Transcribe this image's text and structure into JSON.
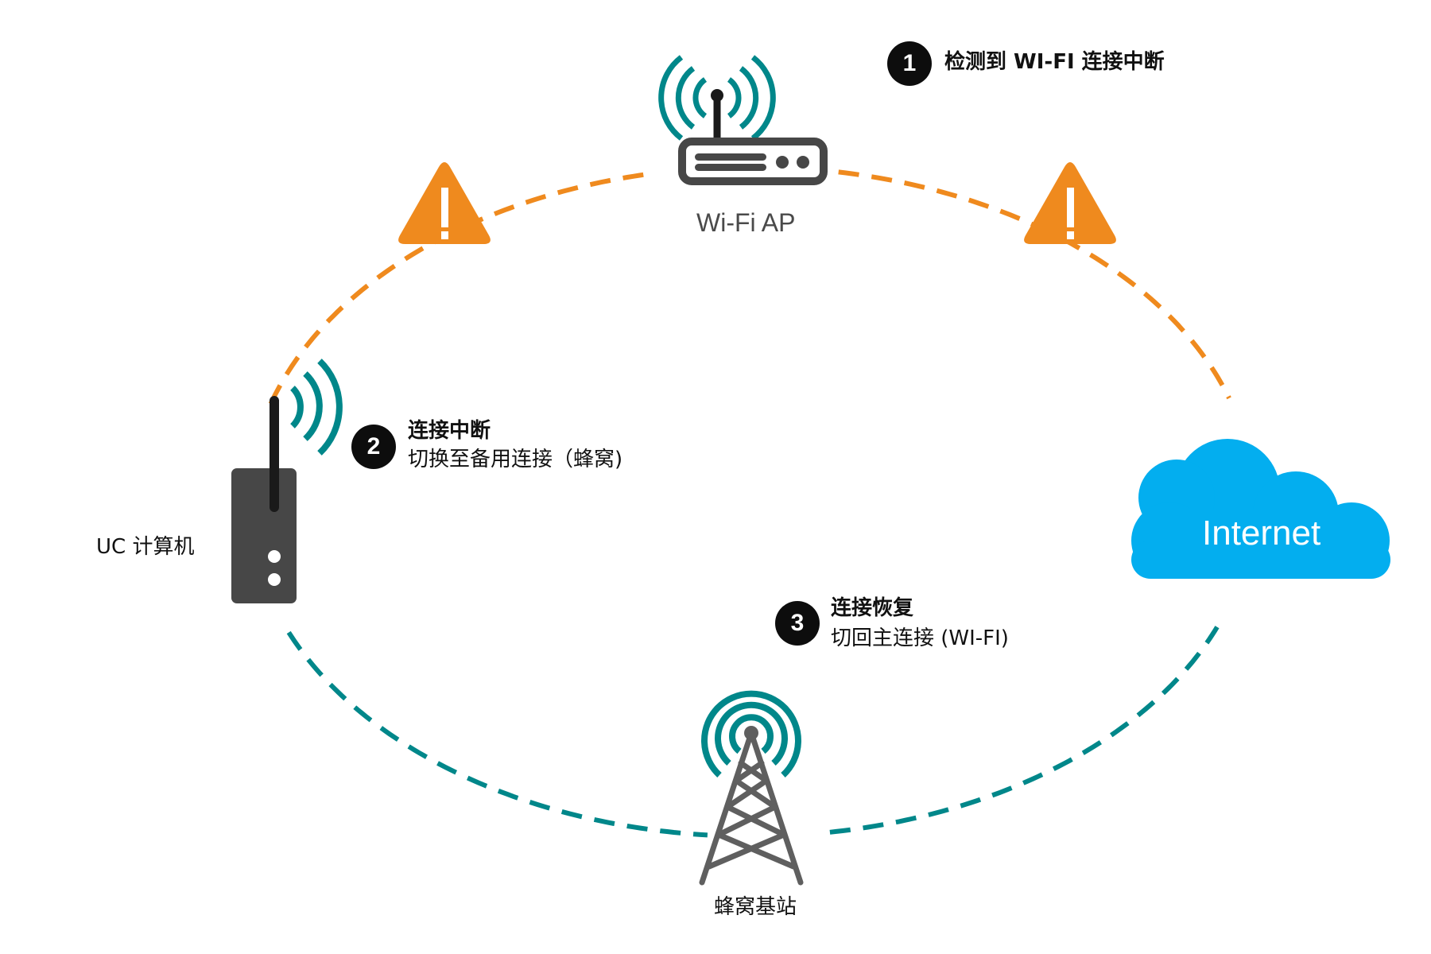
{
  "colors": {
    "wifi_link": "#EF8A1E",
    "cellular_link": "#00878A",
    "signal": "#00878A",
    "warning": "#EF8A1E",
    "device": "#474747",
    "antenna": "#1a1a1a",
    "tower": "#5f5f5f",
    "cloud": "#03AEEF",
    "step_badge": "#0d0d0d"
  },
  "nodes": {
    "wifi_ap": {
      "label": "Wi-Fi AP",
      "icon": "wifi-router-icon"
    },
    "uc_computer": {
      "label": "UC 计算机",
      "icon": "computer-device-icon"
    },
    "internet": {
      "label": "Internet",
      "icon": "cloud-icon"
    },
    "cell_tower": {
      "label": "蜂窝基站",
      "icon": "cell-tower-icon"
    }
  },
  "links": [
    {
      "name": "wifi-link",
      "style": "dashed",
      "color": "#EF8A1E",
      "from": "UC 计算机",
      "via": "Wi-Fi AP",
      "to": "Internet",
      "status": "interrupted"
    },
    {
      "name": "cellular-link",
      "style": "dashed",
      "color": "#00878A",
      "from": "UC 计算机",
      "via": "蜂窝基站",
      "to": "Internet",
      "status": "backup"
    }
  ],
  "warnings": [
    {
      "icon": "warning-icon",
      "symbol": "!"
    },
    {
      "icon": "warning-icon",
      "symbol": "!"
    }
  ],
  "steps": [
    {
      "number": "1",
      "title": "检测到 WI-FI 连接中断",
      "desc": ""
    },
    {
      "number": "2",
      "title": "连接中断",
      "desc": "切换至备用连接（蜂窝)"
    },
    {
      "number": "3",
      "title": "连接恢复",
      "desc": "切回主连接 (WI-FI)"
    }
  ]
}
